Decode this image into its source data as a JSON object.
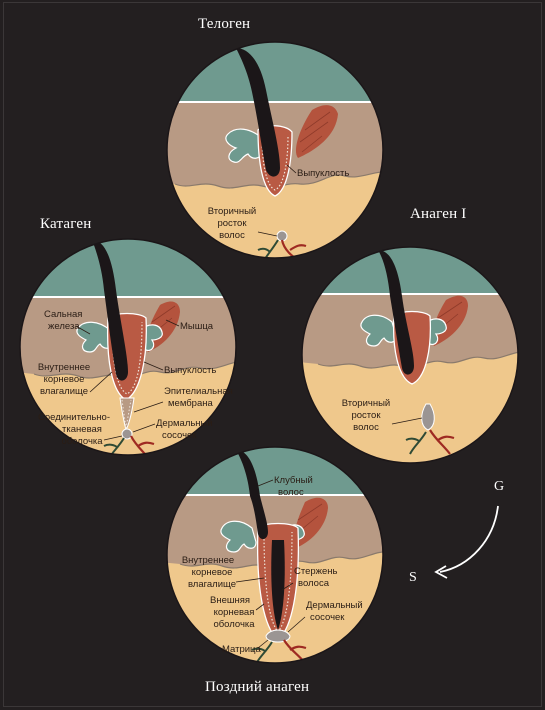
{
  "colors": {
    "background": "#231f20",
    "sky": "#6f9a8f",
    "epidermis": "#b89a84",
    "dermis": "#efc88c",
    "follicle": "#b95a44",
    "hair": "#1b1618",
    "muscle": "#b4533d",
    "gland": "#6f9a8f",
    "vessel_red": "#9e2a22",
    "vessel_green": "#2f4a35"
  },
  "stages": {
    "telogen": {
      "title": "Телоген",
      "labels": {
        "bulge": "Выпуклость",
        "germ": [
          "Вторичный",
          "росток",
          "волос"
        ]
      }
    },
    "catagen": {
      "title": "Катаген",
      "labels": {
        "gland": [
          "Сальная",
          "железа"
        ],
        "muscle": "Мышца",
        "irs": [
          "Внутреннее",
          "корневое",
          "влагалище"
        ],
        "bulge": "Выпуклость",
        "membrane": [
          "Эпителиальная",
          "мембрана"
        ],
        "papilla": [
          "Дермальный",
          "сосочек"
        ],
        "ct_sheath": [
          "Соединительно-",
          "тканевая",
          "оболочка"
        ]
      }
    },
    "anagen1": {
      "title": "Анаген I",
      "labels": {
        "germ": [
          "Вторичный",
          "росток",
          "волос"
        ]
      }
    },
    "late_anagen": {
      "title": "Поздний анаген",
      "labels": {
        "club": [
          "Клубный",
          "волос"
        ],
        "irs": [
          "Внутреннее",
          "корневое",
          "влагалище"
        ],
        "shaft": [
          "Стержень",
          "волоса"
        ],
        "ors": [
          "Внешняя",
          "корневая",
          "оболочка"
        ],
        "papilla": [
          "Дермальный",
          "сосочек"
        ],
        "matrix": "Матрица"
      }
    }
  },
  "cycle": {
    "from": "G",
    "to": "S"
  }
}
